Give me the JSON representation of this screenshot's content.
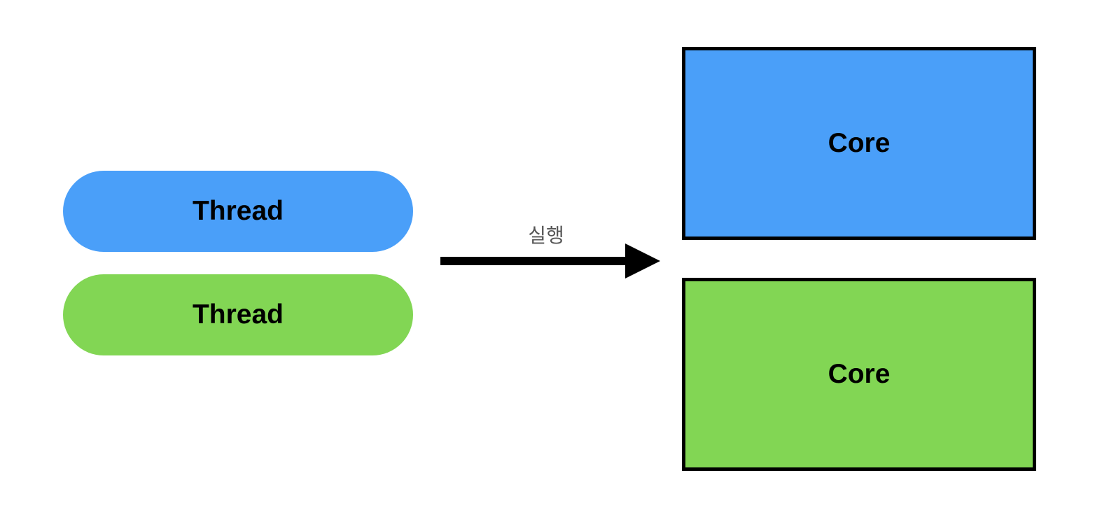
{
  "threads": [
    {
      "label": "Thread",
      "color": "#4A9FF9"
    },
    {
      "label": "Thread",
      "color": "#82D654"
    }
  ],
  "arrow": {
    "label": "실행"
  },
  "cores": [
    {
      "label": "Core",
      "color": "#4A9FF9"
    },
    {
      "label": "Core",
      "color": "#82D654"
    }
  ]
}
